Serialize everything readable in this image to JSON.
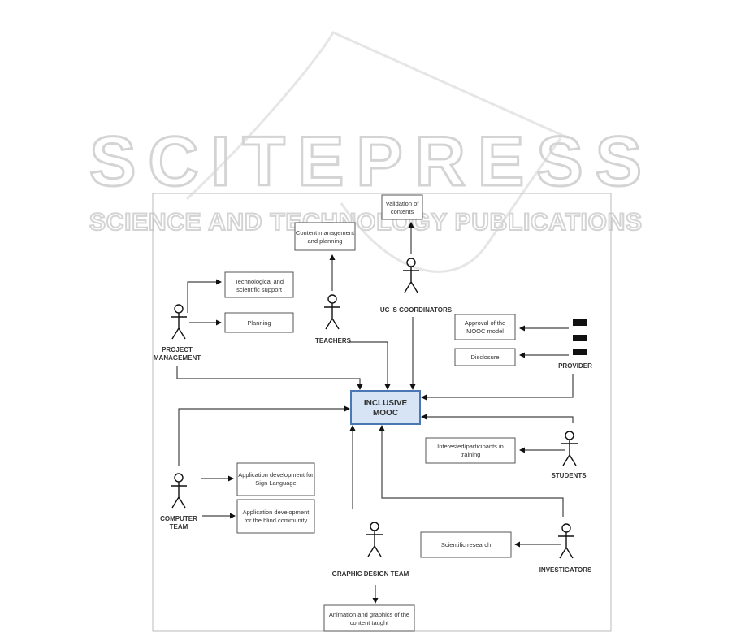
{
  "watermark": {
    "title": "SCITEPRESS",
    "subtitle": "SCIENCE AND TECHNOLOGY PUBLICATIONS"
  },
  "center": {
    "line1": "INCLUSIVE",
    "line2": "MOOC",
    "fill": "#d6e4f6",
    "stroke": "#4a78b5"
  },
  "boxes": {
    "validation": [
      "Validation of",
      "contents"
    ],
    "content_mgmt": [
      "Content management",
      "and planning"
    ],
    "tech_support": [
      "Technological and",
      "scientific support"
    ],
    "planning": [
      "Planning"
    ],
    "approval": [
      "Approval of the",
      "MOOC model"
    ],
    "disclosure": [
      "Disclosure"
    ],
    "interested": [
      "Interested/participants in",
      "training"
    ],
    "app_sign": [
      "Application development for",
      "Sign Language"
    ],
    "app_blind": [
      "Application development",
      "for the blind community"
    ],
    "sci_research": [
      "Scientific research"
    ],
    "animation": [
      "Animation and graphics of the",
      "content taught"
    ]
  },
  "actors": {
    "project_management": [
      "PROJECT",
      "MANAGEMENT"
    ],
    "teachers": [
      "TEACHERS"
    ],
    "coordinators": [
      "UC 'S COORDINATORS"
    ],
    "provider": [
      "PROVIDER"
    ],
    "computer_team": [
      "COMPUTER",
      "TEAM"
    ],
    "students": [
      "STUDENTS"
    ],
    "graphic_design": [
      "GRAPHIC DESIGN TEAM"
    ],
    "investigators": [
      "INVESTIGATORS"
    ]
  }
}
